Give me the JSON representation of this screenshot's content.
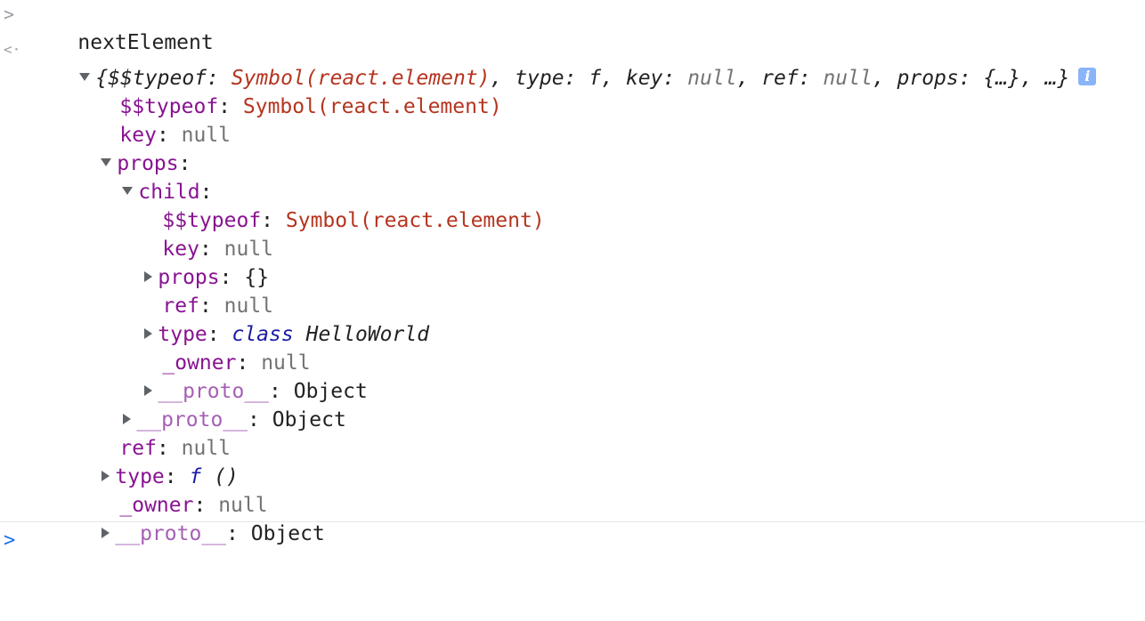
{
  "console": {
    "input_prompt_glyph": ">",
    "result_glyph": "<·",
    "command": "nextElement",
    "summary": {
      "open": "{$$typeof: ",
      "typeof_val": "Symbol(react.element)",
      "type_label": ", type: ",
      "type_val": "f",
      "key_label": ", key: ",
      "key_val": "null",
      "ref_label": ", ref: ",
      "ref_val": "null",
      "props_label": ", props: ",
      "props_val": "{…}",
      "close": ", …}",
      "info_icon_letter": "i"
    },
    "rows": {
      "typeof_key": "$$typeof",
      "typeof_val": "Symbol(react.element)",
      "key_key": "key",
      "key_val": "null",
      "props_key": "props",
      "child_key": "child",
      "child_typeof_key": "$$typeof",
      "child_typeof_val": "Symbol(react.element)",
      "child_key_key": "key",
      "child_key_val": "null",
      "child_props_key": "props",
      "child_props_val": "{}",
      "child_ref_key": "ref",
      "child_ref_val": "null",
      "child_type_key": "type",
      "child_type_kw": "class",
      "child_type_name": "HelloWorld",
      "child_owner_key": "_owner",
      "child_owner_val": "null",
      "child_proto_key": "__proto__",
      "child_proto_val": "Object",
      "props_proto_key": "__proto__",
      "props_proto_val": "Object",
      "ref_key": "ref",
      "ref_val": "null",
      "type_key": "type",
      "type_f": "f",
      "type_parens": "()",
      "owner_key": "_owner",
      "owner_val": "null",
      "proto_key": "__proto__",
      "proto_val": "Object"
    },
    "prompt_glyph": ">"
  }
}
